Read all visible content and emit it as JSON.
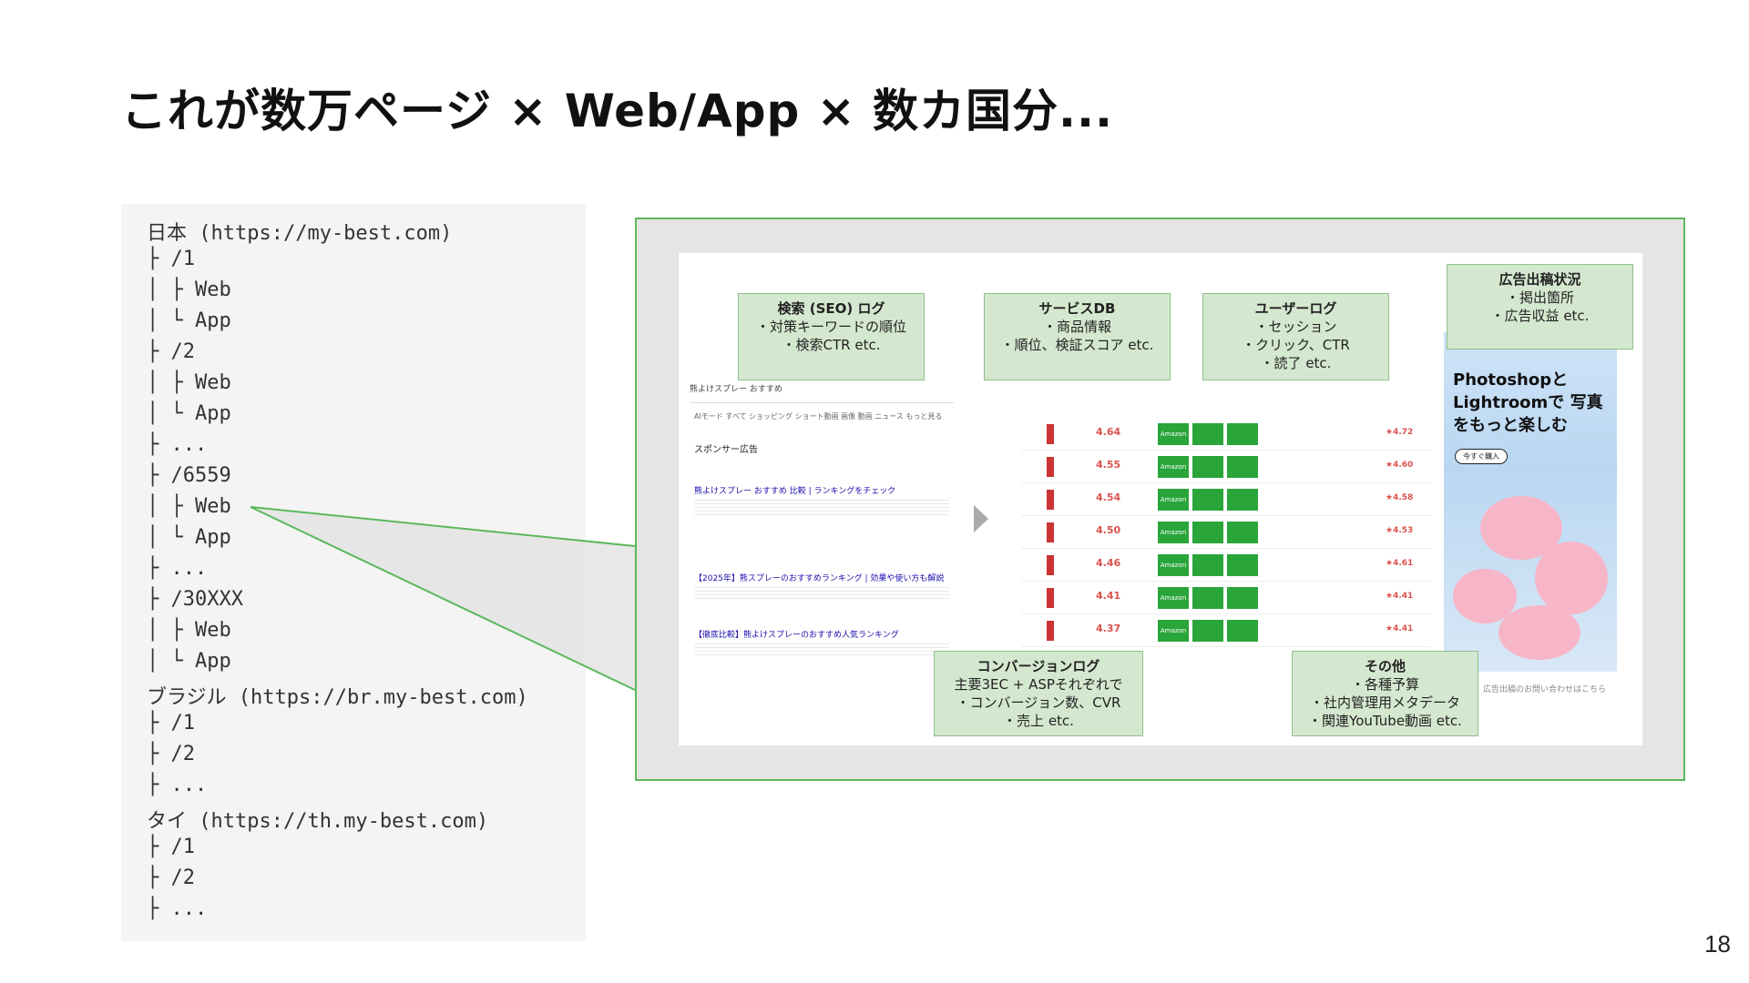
{
  "title": "これが数万ページ × Web/App × 数カ国分...",
  "page_number": "18",
  "tree": [
    "日本 (https://my-best.com)",
    "├ /1",
    "│ ├ Web",
    "│ └ App",
    "├ /2",
    "│ ├ Web",
    "│ └ App",
    "├ ...",
    "├ /6559",
    "│ ├ Web",
    "│ └ App",
    "├ ...",
    "├ /30XXX",
    "│ ├ Web",
    "│ └ App",
    "ブラジル (https://br.my-best.com)",
    "├ /1",
    "├ /2",
    "├ ...",
    "タイ (https://th.my-best.com)",
    "├ /1",
    "├ /2",
    "├ ..."
  ],
  "screenshot": {
    "search_query": "熊よけスプレー おすすめ",
    "search_tabs": "AIモード すべて ショッピング ショート動画 画像 動画 ニュース もっと見る",
    "sponsored_label": "スポンサー広告",
    "results": [
      "熊よけスプレー おすすめ 比較 | ランキングをチェック",
      "【2025年】熊スプレーのおすすめランキング | 効果や使い方も解説",
      "【徹底比較】熊よけスプレーのおすすめ人気ランキング"
    ],
    "scores": [
      "4.64",
      "4.55",
      "4.54",
      "4.50",
      "4.46",
      "4.41",
      "4.37"
    ],
    "ratings": [
      "★4.72",
      "★4.60",
      "★4.58",
      "★4.53",
      "★4.61",
      "★4.41",
      "★4.41"
    ],
    "buy_label": "Amazon",
    "ad_text": "Photoshopと Lightroomで 写真をもっと楽しむ",
    "ad_button": "今すぐ購入",
    "ad_footer": "広告出稿のお問い合わせはこちら"
  },
  "callouts": {
    "seo": {
      "heading": "検索 (SEO) ログ",
      "lines": [
        "・対策キーワードの順位",
        "・検索CTR etc."
      ]
    },
    "service": {
      "heading": "サービスDB",
      "lines": [
        "・商品情報",
        "・順位、検証スコア etc."
      ]
    },
    "user": {
      "heading": "ユーザーログ",
      "lines": [
        "・セッション",
        "・クリック、CTR",
        "・読了 etc."
      ]
    },
    "ads": {
      "heading": "広告出稿状況",
      "lines": [
        "・掲出箇所",
        "・広告収益 etc."
      ]
    },
    "conversion": {
      "heading": "コンバージョンログ",
      "lines": [
        "主要3EC + ASPそれぞれで",
        "・コンバージョン数、CVR",
        "・売上 etc."
      ]
    },
    "other": {
      "heading": "その他",
      "lines": [
        "・各種予算",
        "・社内管理用メタデータ",
        "・関連YouTube動画 etc."
      ]
    }
  },
  "colors": {
    "frame_border": "#5cb85c",
    "callout_bg": "#d4e8cf",
    "button_green": "#2aa53a",
    "score_red": "#d9534f"
  }
}
